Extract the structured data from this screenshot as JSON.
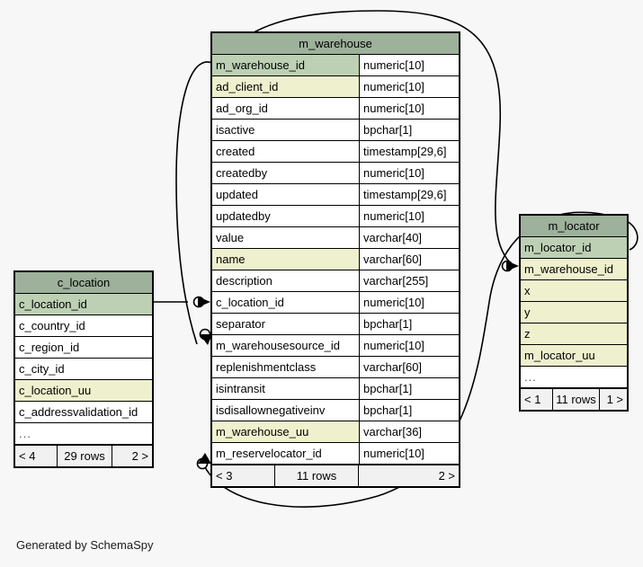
{
  "diagram": {
    "background_color": "#f7f7f7",
    "footer_note": "Generated by SchemaSpy",
    "colors": {
      "title_bar": "#9db19b",
      "primary_key_row": "#bdd0b4",
      "indexed_row": "#eff0cd",
      "plain_row": "#ffffff",
      "footer_row": "#f1f1f1",
      "border": "#000000",
      "edge_line": "#000000"
    }
  },
  "tables": {
    "m_warehouse": {
      "title": "m_warehouse",
      "columns": [
        {
          "name": "m_warehouse_id",
          "type": "numeric[10]",
          "style": "pk"
        },
        {
          "name": "ad_client_id",
          "type": "numeric[10]",
          "style": "idx"
        },
        {
          "name": "ad_org_id",
          "type": "numeric[10]",
          "style": "plain"
        },
        {
          "name": "isactive",
          "type": "bpchar[1]",
          "style": "plain"
        },
        {
          "name": "created",
          "type": "timestamp[29,6]",
          "style": "plain"
        },
        {
          "name": "createdby",
          "type": "numeric[10]",
          "style": "plain"
        },
        {
          "name": "updated",
          "type": "timestamp[29,6]",
          "style": "plain"
        },
        {
          "name": "updatedby",
          "type": "numeric[10]",
          "style": "plain"
        },
        {
          "name": "value",
          "type": "varchar[40]",
          "style": "plain"
        },
        {
          "name": "name",
          "type": "varchar[60]",
          "style": "idx"
        },
        {
          "name": "description",
          "type": "varchar[255]",
          "style": "plain"
        },
        {
          "name": "c_location_id",
          "type": "numeric[10]",
          "style": "plain"
        },
        {
          "name": "separator",
          "type": "bpchar[1]",
          "style": "plain"
        },
        {
          "name": "m_warehousesource_id",
          "type": "numeric[10]",
          "style": "plain"
        },
        {
          "name": "replenishmentclass",
          "type": "varchar[60]",
          "style": "plain"
        },
        {
          "name": "isintransit",
          "type": "bpchar[1]",
          "style": "plain"
        },
        {
          "name": "isdisallownegativeinv",
          "type": "bpchar[1]",
          "style": "plain"
        },
        {
          "name": "m_warehouse_uu",
          "type": "varchar[36]",
          "style": "idx"
        },
        {
          "name": "m_reservelocator_id",
          "type": "numeric[10]",
          "style": "plain"
        }
      ],
      "footer": {
        "prev": "< 3",
        "rows": "11 rows",
        "next": "2 >"
      }
    },
    "c_location": {
      "title": "c_location",
      "columns": [
        {
          "name": "c_location_id",
          "type": "",
          "style": "pk"
        },
        {
          "name": "c_country_id",
          "type": "",
          "style": "plain"
        },
        {
          "name": "c_region_id",
          "type": "",
          "style": "plain"
        },
        {
          "name": "c_city_id",
          "type": "",
          "style": "plain"
        },
        {
          "name": "c_location_uu",
          "type": "",
          "style": "idx"
        },
        {
          "name": "c_addressvalidation_id",
          "type": "",
          "style": "plain"
        },
        {
          "name": "...",
          "type": "",
          "style": "ellipsis"
        }
      ],
      "footer": {
        "prev": "< 4",
        "rows": "29 rows",
        "next": "2 >"
      }
    },
    "m_locator": {
      "title": "m_locator",
      "columns": [
        {
          "name": "m_locator_id",
          "type": "",
          "style": "pk"
        },
        {
          "name": "m_warehouse_id",
          "type": "",
          "style": "idx"
        },
        {
          "name": "x",
          "type": "",
          "style": "idx"
        },
        {
          "name": "y",
          "type": "",
          "style": "idx"
        },
        {
          "name": "z",
          "type": "",
          "style": "idx"
        },
        {
          "name": "m_locator_uu",
          "type": "",
          "style": "idx"
        },
        {
          "name": "...",
          "type": "",
          "style": "ellipsis"
        }
      ],
      "footer": {
        "prev": "< 1",
        "rows": "11 rows",
        "next": "1 >"
      }
    }
  },
  "relationships": [
    {
      "from_table": "c_location",
      "from_column": "c_location_id",
      "to_table": "m_warehouse",
      "to_column": "c_location_id",
      "cardinality": "zero-or-one-to-many"
    },
    {
      "from_table": "m_warehouse",
      "from_column": "m_warehouse_id",
      "to_table": "m_warehouse",
      "to_column": "m_warehousesource_id",
      "cardinality": "zero-or-one-to-many"
    },
    {
      "from_table": "m_warehouse",
      "from_column": "m_warehouse_id",
      "to_table": "m_locator",
      "to_column": "m_warehouse_id",
      "cardinality": "zero-or-one-to-many"
    },
    {
      "from_table": "m_locator",
      "from_column": "m_locator_id",
      "to_table": "m_warehouse",
      "to_column": "m_reservelocator_id",
      "cardinality": "zero-or-one-to-many"
    }
  ]
}
